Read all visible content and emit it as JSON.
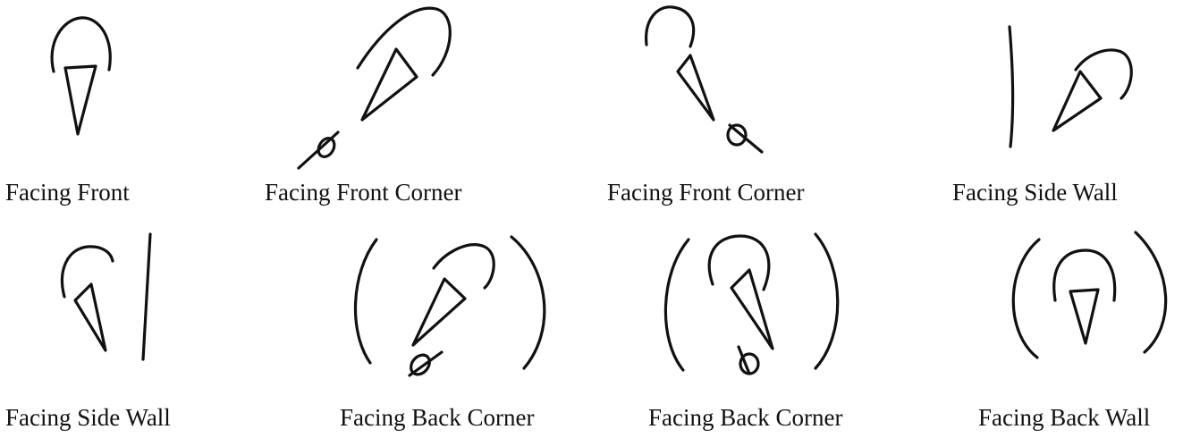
{
  "figure": {
    "panels": [
      {
        "caption": "Facing Front",
        "figure_name": "facing-front"
      },
      {
        "caption": "Facing Front Corner",
        "figure_name": "facing-front-corner-right"
      },
      {
        "caption": "Facing Front Corner",
        "figure_name": "facing-front-corner-left"
      },
      {
        "caption": "Facing Side Wall",
        "figure_name": "facing-side-wall-right"
      },
      {
        "caption": "Facing Side Wall",
        "figure_name": "facing-side-wall-left"
      },
      {
        "caption": "Facing Back Corner",
        "figure_name": "facing-back-corner-right"
      },
      {
        "caption": "Facing Back Corner",
        "figure_name": "facing-back-corner-left"
      },
      {
        "caption": "Facing Back Wall",
        "figure_name": "facing-back-wall"
      }
    ],
    "stroke_color": "#111111",
    "background_color": "#ffffff"
  }
}
